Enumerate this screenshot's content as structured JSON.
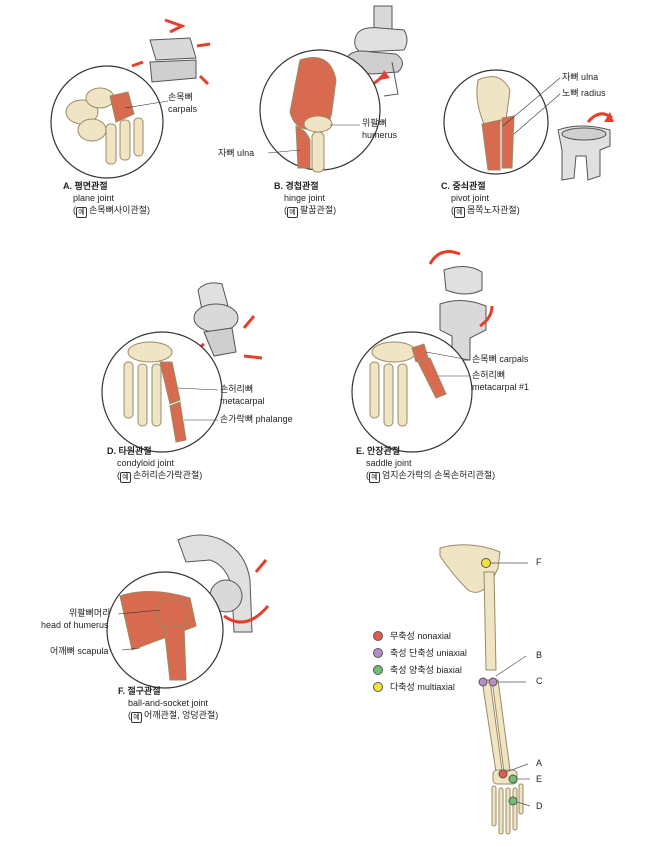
{
  "colors": {
    "bone": "#efe4c4",
    "bone_edge": "#9c8a63",
    "highlight": "#d86a4f",
    "metal": "#d9d9d9",
    "arrow": "#e4412d",
    "nonaxial": "#e05a4e",
    "uniaxial": "#b48fc6",
    "biaxial": "#6fbf73",
    "multiaxial": "#f2e33a"
  },
  "example_mark": "예",
  "panels": {
    "A": {
      "title": "A. 평면관절",
      "en": "plane joint",
      "example": "손목뼈사이관절",
      "labels": {
        "carpals_ko": "손목뼈",
        "carpals_en": "carpals"
      }
    },
    "B": {
      "title": "B. 경첩관절",
      "en": "hinge joint",
      "example": "팔꿉관절",
      "labels": {
        "humerus_ko": "위팔뼈",
        "humerus_en": "humerus",
        "ulna": "자뼈 ulna"
      }
    },
    "C": {
      "title": "C. 중쇠관절",
      "en": "pivot joint",
      "example": "몸쪽노자관절",
      "labels": {
        "ulna": "자뼈 ulna",
        "radius": "노뼈 radius"
      }
    },
    "D": {
      "title": "D. 타원관절",
      "en": "condyloid joint",
      "example": "손허리손가락관절",
      "labels": {
        "metacarpal_ko": "손허리뼈",
        "metacarpal_en": "metacarpal",
        "phalange": "손가락뼈 phalange"
      }
    },
    "E": {
      "title": "E. 안장관절",
      "en": "saddle joint",
      "example": "엄지손가락의 손목손허리관절",
      "labels": {
        "carpals": "손목뼈 carpals",
        "metacarpal_ko": "손허리뼈",
        "metacarpal_en": "metacarpal #1"
      }
    },
    "F": {
      "title": "F. 절구관절",
      "en": "ball-and-socket joint",
      "example": "어깨관절, 엉덩관절",
      "labels": {
        "head_ko": "위팔뼈머리",
        "head_en": "head of humerus",
        "scapula": "어깨뼈 scapula"
      }
    }
  },
  "legend": [
    {
      "label": "무축성 nonaxial",
      "color": "#e05a4e"
    },
    {
      "label": "축성 단축성 uniaxial",
      "color": "#b48fc6"
    },
    {
      "label": "축성 양축성 biaxial",
      "color": "#6fbf73"
    },
    {
      "label": "다축성 multiaxial",
      "color": "#f2e33a"
    }
  ],
  "skeleton_points": [
    "F",
    "B",
    "C",
    "A",
    "E",
    "D"
  ]
}
